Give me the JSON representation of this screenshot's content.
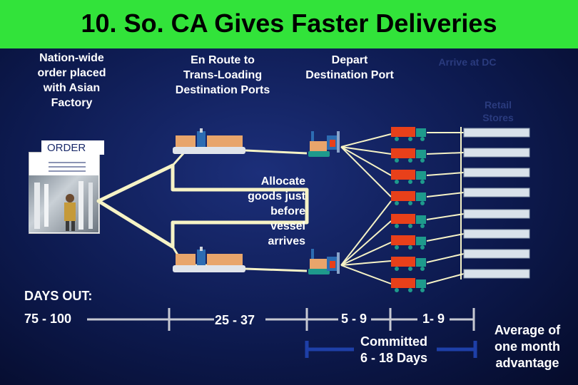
{
  "title": "10. So. CA Gives Faster Deliveries",
  "stages": {
    "order_placed": [
      "Nation-wide",
      "order placed",
      "with Asian",
      "Factory"
    ],
    "en_route": [
      "En Route to",
      "Trans-Loading",
      "Destination Ports"
    ],
    "depart": [
      "Depart",
      "Destination Port"
    ],
    "arrive_dc": "Arrive at DC",
    "retail": [
      "Retail",
      "Stores"
    ]
  },
  "order_label": "ORDER",
  "allocate": [
    "Allocate",
    "goods just",
    "before",
    "vessel",
    "arrives"
  ],
  "days_out_label": "DAYS OUT:",
  "days": {
    "d1": "75 - 100",
    "d2": "25 - 37",
    "d3": "5 - 9",
    "d4": "1- 9"
  },
  "committed": [
    "Committed",
    "6 - 18 Days"
  ],
  "average": [
    "Average of",
    "one month",
    "advantage"
  ],
  "colors": {
    "title_bg": "#32e33a",
    "truck_cab": "#1e9a8c",
    "truck_box": "#e8401a",
    "store_fill": "#d9e2ea",
    "bracket": "#1e3fa8"
  }
}
